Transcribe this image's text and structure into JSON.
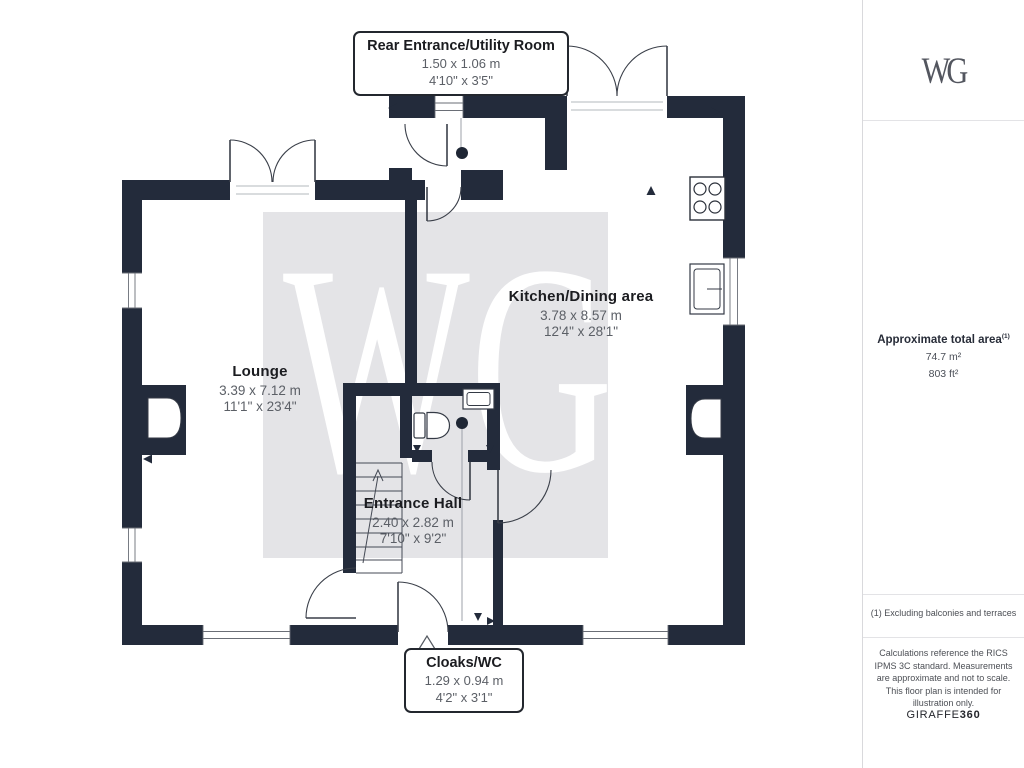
{
  "watermark": {
    "text": "WG"
  },
  "logo": {
    "text": "WG"
  },
  "colors": {
    "wall": "#232b3b",
    "watermark_bg": "#e4e4e7",
    "title_text": "#1b1c20",
    "dim_text": "#5b5f66",
    "line": "#3a3f49"
  },
  "rooms": [
    {
      "id": "rear-entrance",
      "name": "Rear Entrance/Utility Room",
      "metric": "1.50 x 1.06 m",
      "imperial": "4'10\" x 3'5\""
    },
    {
      "id": "kitchen",
      "name": "Kitchen/Dining area",
      "metric": "3.78 x 8.57 m",
      "imperial": "12'4\" x 28'1\""
    },
    {
      "id": "lounge",
      "name": "Lounge",
      "metric": "3.39 x 7.12 m",
      "imperial": "11'1\" x 23'4\""
    },
    {
      "id": "entrance-hall",
      "name": "Entrance Hall",
      "metric": "2.40 x 2.82 m",
      "imperial": "7'10\" x 9'2\""
    },
    {
      "id": "cloaks-wc",
      "name": "Cloaks/WC",
      "metric": "1.29 x 0.94 m",
      "imperial": "4'2\" x 3'1\""
    }
  ],
  "sidebar": {
    "area_title": "Approximate total area",
    "area_ref": "(1)",
    "area_m2": "74.7 m²",
    "area_ft2": "803 ft²",
    "footnote": "(1) Excluding balconies and terraces",
    "disclaimer": "Calculations reference the RICS IPMS 3C standard. Measurements are approximate and not to scale. This floor plan is intended for illustration only.",
    "brand": "GIRAFFE",
    "brand_bold": "360"
  }
}
